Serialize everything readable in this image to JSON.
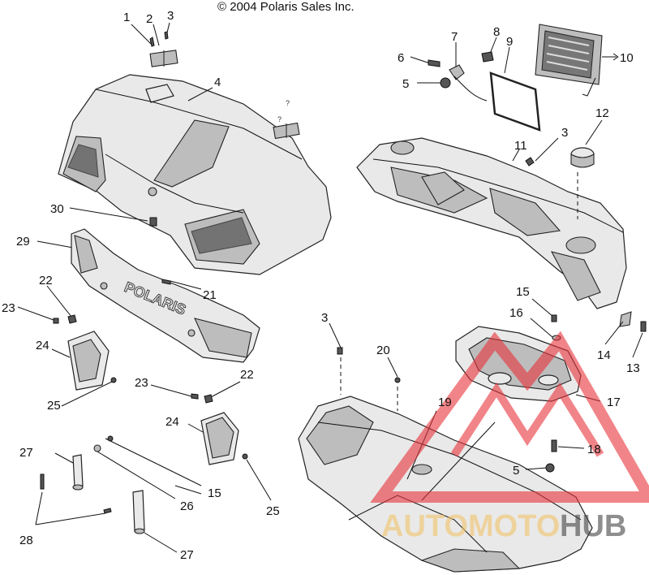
{
  "copyright": "© 2004 Polaris Sales Inc.",
  "hood_brand_text": "POLARIS",
  "watermark": {
    "text_part_a": "AUTOMOTO",
    "text_part_b": "HUB",
    "color_red": "#e8333a",
    "color_gold": "#f2c46a",
    "color_dark": "#333333"
  },
  "callouts": [
    {
      "id": "c1",
      "label": "1"
    },
    {
      "id": "c2",
      "label": "2"
    },
    {
      "id": "c3a",
      "label": "3"
    },
    {
      "id": "c4",
      "label": "4"
    },
    {
      "id": "c5a",
      "label": "5"
    },
    {
      "id": "c6",
      "label": "6"
    },
    {
      "id": "c7",
      "label": "7"
    },
    {
      "id": "c8",
      "label": "8"
    },
    {
      "id": "c9",
      "label": "9"
    },
    {
      "id": "c10",
      "label": "10"
    },
    {
      "id": "c3b",
      "label": "3"
    },
    {
      "id": "c11",
      "label": "11"
    },
    {
      "id": "c12",
      "label": "12"
    },
    {
      "id": "c30",
      "label": "30"
    },
    {
      "id": "c29",
      "label": "29"
    },
    {
      "id": "c22a",
      "label": "22"
    },
    {
      "id": "c21",
      "label": "21"
    },
    {
      "id": "c23a",
      "label": "23"
    },
    {
      "id": "c24a",
      "label": "24"
    },
    {
      "id": "c25a",
      "label": "25"
    },
    {
      "id": "c23b",
      "label": "23"
    },
    {
      "id": "c22b",
      "label": "22"
    },
    {
      "id": "c24b",
      "label": "24"
    },
    {
      "id": "c25b",
      "label": "25"
    },
    {
      "id": "c27a",
      "label": "27"
    },
    {
      "id": "c28",
      "label": "28"
    },
    {
      "id": "c26",
      "label": "26"
    },
    {
      "id": "c15b",
      "label": "15"
    },
    {
      "id": "c27b",
      "label": "27"
    },
    {
      "id": "c3c",
      "label": "3"
    },
    {
      "id": "c20",
      "label": "20"
    },
    {
      "id": "c19",
      "label": "19"
    },
    {
      "id": "c15a",
      "label": "15"
    },
    {
      "id": "c16",
      "label": "16"
    },
    {
      "id": "c14",
      "label": "14"
    },
    {
      "id": "c13",
      "label": "13"
    },
    {
      "id": "c17",
      "label": "17"
    },
    {
      "id": "c18",
      "label": "18"
    },
    {
      "id": "c5b",
      "label": "5"
    }
  ]
}
